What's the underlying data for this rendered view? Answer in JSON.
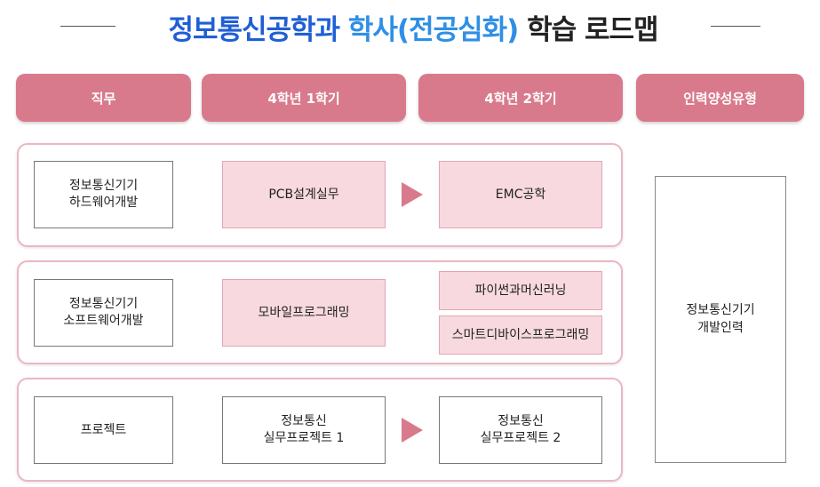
{
  "title": {
    "part1": "정보통신공학과",
    "part2": "학사(전공심화)",
    "part3": "학습 로드맵"
  },
  "headers": {
    "job": "직무",
    "sem1": "4학년 1학기",
    "sem2": "4학년 2학기",
    "talent": "인력양성유형"
  },
  "rows": [
    {
      "job": "정보통신기기\n하드웨어개발",
      "sem1": "PCB설계실무",
      "sem2": "EMC공학"
    },
    {
      "job": "정보통신기기\n소프트웨어개발",
      "sem1": "모바일프로그래밍",
      "sem2_a": "파이썬과머신러닝",
      "sem2_b": "스마트디바이스프로그래밍"
    },
    {
      "job": "프로젝트",
      "sem1": "정보통신\n실무프로젝트 1",
      "sem2": "정보통신\n실무프로젝트 2"
    }
  ],
  "talent": "정보통신기기\n개발인력",
  "colors": {
    "header": "#d97a8c",
    "course_fill": "#f7d9df",
    "panel_border": "#ebb7c2",
    "title_blue": "#1f5fd6"
  },
  "icons": {
    "arrow": "arrow-right-icon"
  }
}
